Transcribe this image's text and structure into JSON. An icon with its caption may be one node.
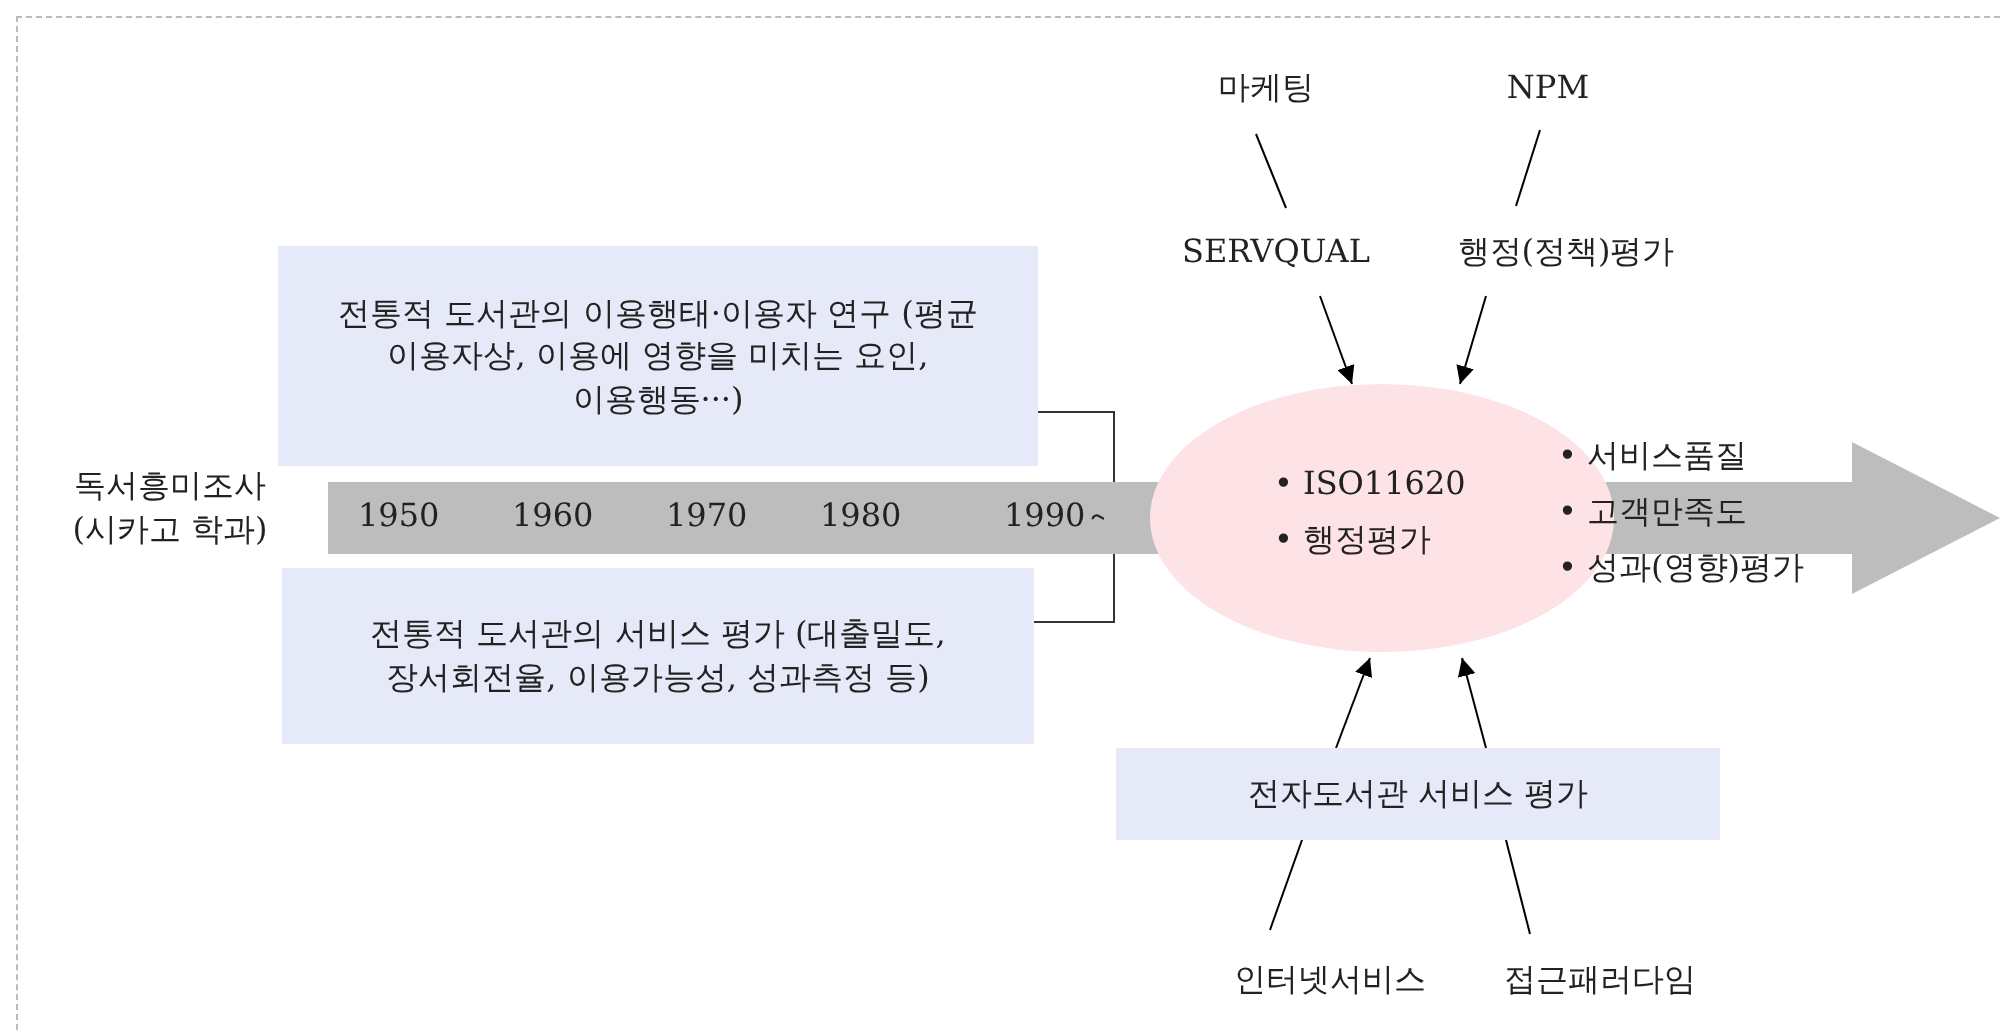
{
  "diagram": {
    "nodes": [
      {
        "text": [
          "1950",
          "1960",
          "1970",
          "1980",
          "1990～"
        ]
      },
      {
        "text": [
          "전통적 도서관의 이용행태·이용자 연구 (평균 이용자상, 이용에 영향을 미치는 요인, 이용행동···)"
        ]
      },
      {
        "text": [
          "전통적 도서관의 서비스 평가 (대출밀도, 장서회전율, 이용가능성, 성과측정 등)"
        ]
      },
      {
        "text": [
          "• ISO11620",
          "• 행정평가",
          "• 서비스품질",
          "• 고객만족도",
          "• 성과(영향)평가"
        ]
      },
      {
        "text": [
          "마케팅"
        ]
      },
      {
        "text": [
          "NPM"
        ]
      },
      {
        "text": [
          "SERVQUAL"
        ]
      },
      {
        "text": [
          "행정(정책)평가"
        ]
      },
      {
        "text": [
          "전자도서관 서비스 평가"
        ]
      },
      {
        "text": [
          "인터넷서비스"
        ]
      },
      {
        "text": [
          "접근패러다임"
        ]
      }
    ],
    "edges": [
      {
        "from": 1,
        "to": 2,
        "arrow": "none"
      },
      {
        "from": 4,
        "to": 6,
        "arrow": "none"
      },
      {
        "from": 5,
        "to": 7,
        "arrow": "none"
      },
      {
        "from": 6,
        "to": 3,
        "arrow": "to"
      },
      {
        "from": 7,
        "to": 3,
        "arrow": "to"
      },
      {
        "from": 9,
        "to": 8,
        "arrow": "none"
      },
      {
        "from": 8,
        "to": 3,
        "arrow": "to"
      },
      {
        "from": 10,
        "to": 8,
        "arrow": "none"
      },
      {
        "from": 8,
        "to": 3,
        "arrow": "to"
      }
    ],
    "labels": [
      "독서흥미조사 (시카고 학과)"
    ]
  }
}
